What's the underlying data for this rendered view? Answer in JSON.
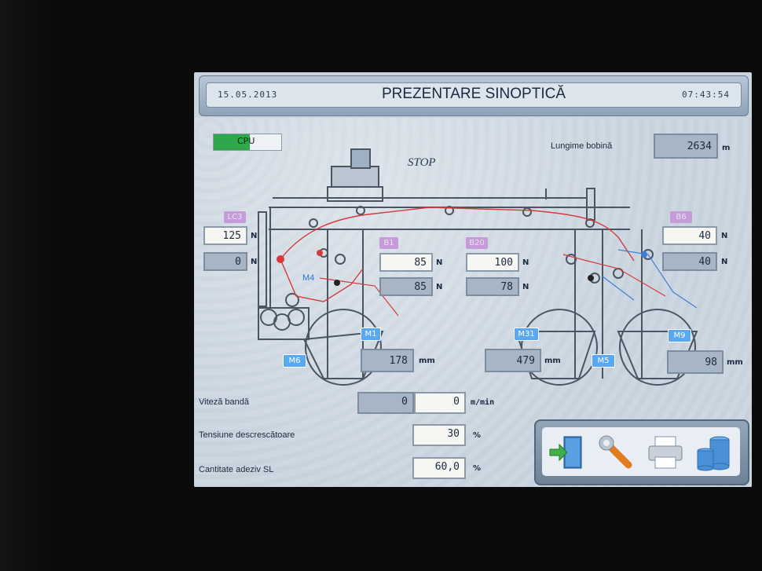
{
  "header": {
    "date": "15.05.2013",
    "title": "PREZENTARE SINOPTICĂ",
    "time": "07:43:54"
  },
  "status": {
    "cpu_label": "CPU",
    "state": "STOP"
  },
  "coil_length": {
    "label": "Lungime bobină",
    "value": "2634",
    "unit": "m"
  },
  "tags": {
    "lc3": "LC3",
    "b1": "B1",
    "b20": "B20",
    "b6": "B6",
    "m1": "M1",
    "m31": "M31",
    "m5": "M5",
    "m6": "M6",
    "m9": "M9",
    "m4": "M4"
  },
  "tensions": {
    "lc3": {
      "set": "125",
      "actual": "0",
      "unit": "N"
    },
    "b1": {
      "set": "85",
      "actual": "85",
      "unit": "N"
    },
    "b20": {
      "set": "100",
      "actual": "78",
      "unit": "N"
    },
    "b6": {
      "set": "40",
      "actual": "40",
      "unit": "N"
    }
  },
  "diameters": {
    "m1": {
      "value": "178",
      "unit": "mm"
    },
    "m31": {
      "value": "479",
      "unit": "mm"
    },
    "m9": {
      "value": "98",
      "unit": "mm"
    }
  },
  "params": {
    "speed": {
      "label": "Viteză bandă",
      "actual": "0",
      "set": "0",
      "unit": "m/min"
    },
    "unwinder_tension": {
      "label": "Tensiune descrescătoare",
      "value": "30",
      "unit": "%"
    },
    "adhesive": {
      "label": "Cantitate adeziv SL",
      "value": "60,0",
      "unit": "%"
    }
  },
  "toolbar": {
    "icons": [
      "exit-door-icon",
      "wrench-icon",
      "printer-icon",
      "database-icon"
    ]
  },
  "colors": {
    "web_path": "#d63a3a",
    "blue_path": "#3a7fd6",
    "cpu_ok": "#2ea84a",
    "frame": "#4a5563"
  }
}
